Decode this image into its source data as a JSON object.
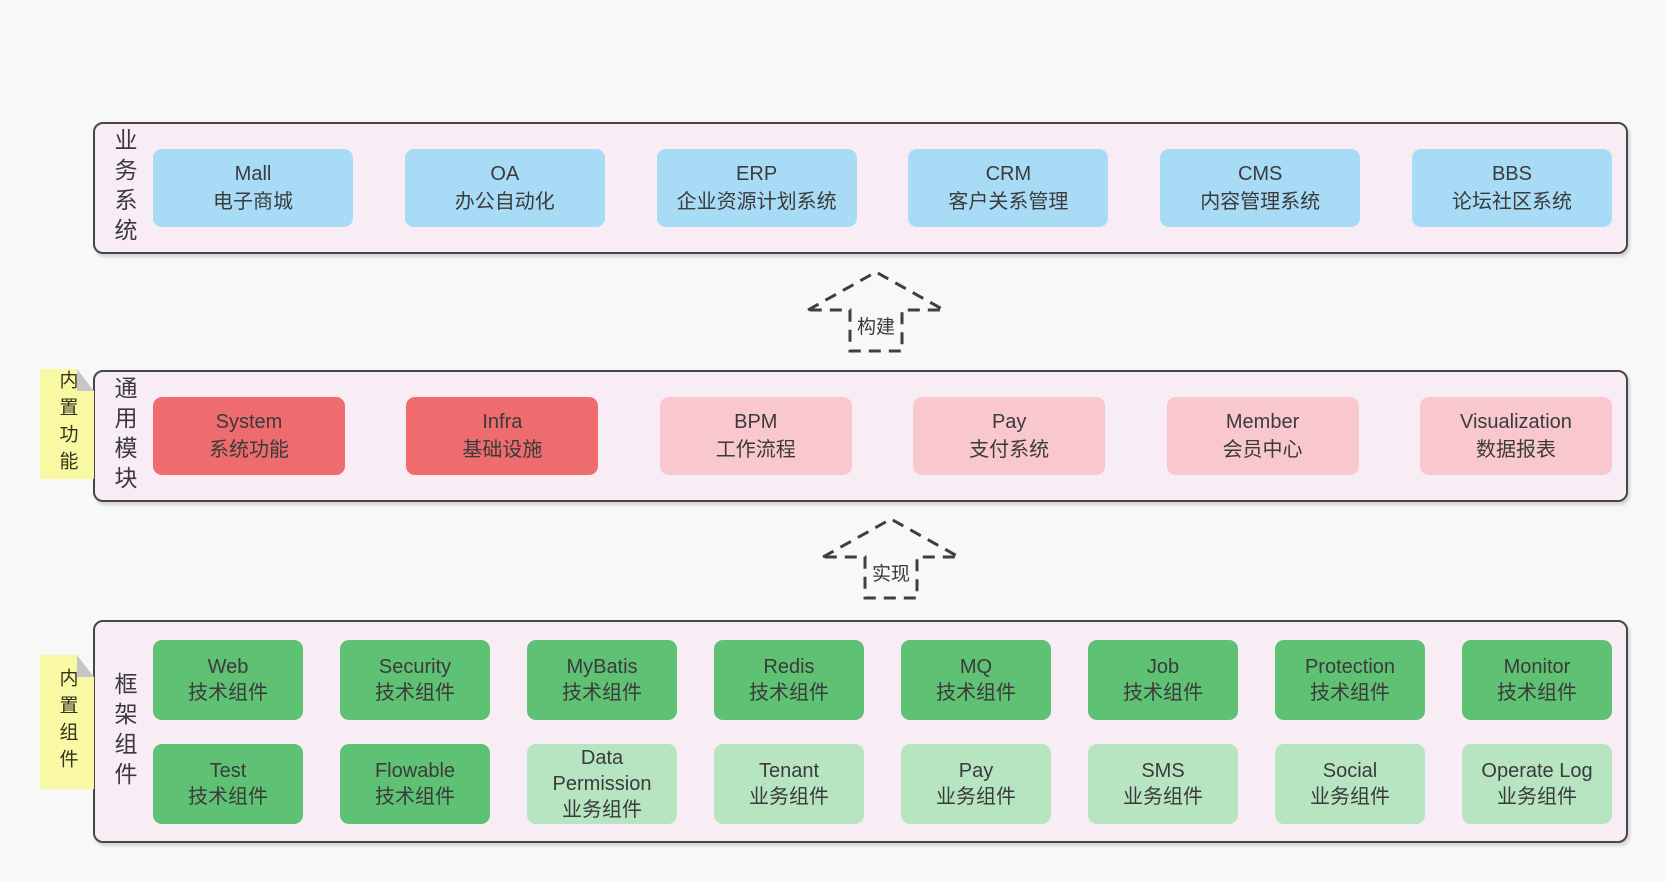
{
  "diagram": {
    "business_systems": {
      "label": "业务系统",
      "boxes": [
        {
          "title": "Mall",
          "subtitle": "电子商城"
        },
        {
          "title": "OA",
          "subtitle": "办公自动化"
        },
        {
          "title": "ERP",
          "subtitle": "企业资源计划系统"
        },
        {
          "title": "CRM",
          "subtitle": "客户关系管理"
        },
        {
          "title": "CMS",
          "subtitle": "内容管理系统"
        },
        {
          "title": "BBS",
          "subtitle": "论坛社区系统"
        }
      ]
    },
    "build_arrow_label": "构建",
    "common_modules": {
      "label": "通用模块",
      "sticky_note": "内置功能",
      "boxes": [
        {
          "title": "System",
          "subtitle": "系统功能"
        },
        {
          "title": "Infra",
          "subtitle": "基础设施"
        },
        {
          "title": "BPM",
          "subtitle": "工作流程"
        },
        {
          "title": "Pay",
          "subtitle": "支付系统"
        },
        {
          "title": "Member",
          "subtitle": "会员中心"
        },
        {
          "title": "Visualization",
          "subtitle": "数据报表"
        }
      ]
    },
    "implement_arrow_label": "实现",
    "framework_components": {
      "label": "框架组件",
      "sticky_note": "内置组件",
      "row1": [
        {
          "title": "Web",
          "subtitle": "技术组件"
        },
        {
          "title": "Security",
          "subtitle": "技术组件"
        },
        {
          "title": "MyBatis",
          "subtitle": "技术组件"
        },
        {
          "title": "Redis",
          "subtitle": "技术组件"
        },
        {
          "title": "MQ",
          "subtitle": "技术组件"
        },
        {
          "title": "Job",
          "subtitle": "技术组件"
        },
        {
          "title": "Protection",
          "subtitle": "技术组件"
        },
        {
          "title": "Monitor",
          "subtitle": "技术组件"
        }
      ],
      "row2": [
        {
          "title": "Test",
          "subtitle": "技术组件"
        },
        {
          "title": "Flowable",
          "subtitle": "技术组件"
        },
        {
          "title": "Data Permission",
          "subtitle": "业务组件"
        },
        {
          "title": "Tenant",
          "subtitle": "业务组件"
        },
        {
          "title": "Pay",
          "subtitle": "业务组件"
        },
        {
          "title": "SMS",
          "subtitle": "业务组件"
        },
        {
          "title": "Social",
          "subtitle": "业务组件"
        },
        {
          "title": "Operate Log",
          "subtitle": "业务组件"
        }
      ]
    },
    "colors": {
      "page_bg": "#f8f8f8",
      "panel_bg": "#f8edf5",
      "panel_border": "#474747",
      "business_box_blue": "#a8dbf5",
      "core_module_red": "#ee6b6e",
      "module_pink": "#f9c7ce",
      "tech_component_green": "#5fc173",
      "biz_component_light_green": "#b7e5c1",
      "sticky_note_yellow": "#f9f9a3",
      "sticky_fold_gray": "#c6c6c6",
      "text": "#3b3b3b"
    }
  }
}
